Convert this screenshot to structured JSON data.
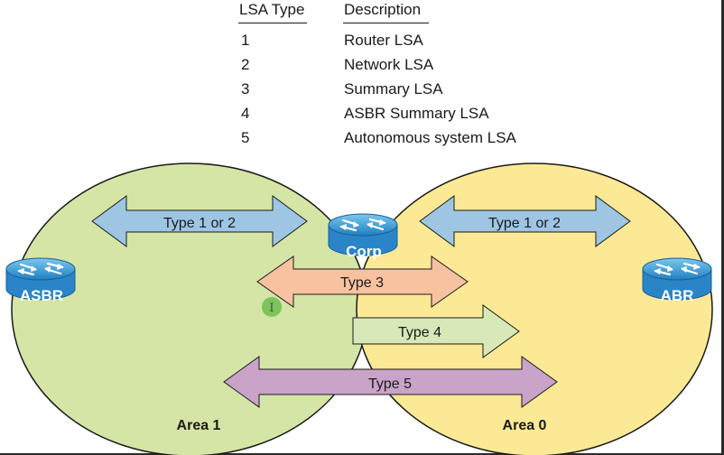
{
  "table": {
    "headers": {
      "type": "LSA Type",
      "description": "Description"
    },
    "rows": [
      {
        "type": "1",
        "description": "Router LSA"
      },
      {
        "type": "2",
        "description": "Network LSA"
      },
      {
        "type": "3",
        "description": "Summary LSA"
      },
      {
        "type": "4",
        "description": "ASBR Summary LSA"
      },
      {
        "type": "5",
        "description": "Autonomous system LSA"
      }
    ]
  },
  "areas": {
    "left": {
      "label": "Area 1",
      "color": "#d4e5a6"
    },
    "right": {
      "label": "Area 0",
      "color": "#fbe995"
    }
  },
  "routers": {
    "asbr": "ASBR",
    "corp": "Corp",
    "abr": "ABR",
    "color": "#3d9fd8"
  },
  "arrows": {
    "left_type12": {
      "label": "Type 1 or 2",
      "color": "#9ec6e3"
    },
    "right_type12": {
      "label": "Type 1 or 2",
      "color": "#9ec6e3"
    },
    "type3": {
      "label": "Type 3",
      "color": "#f8c2a0"
    },
    "type4": {
      "label": "Type 4",
      "color": "#d7e9b8"
    },
    "type5": {
      "label": "Type 5",
      "color": "#c9a3c8"
    }
  },
  "cursor": {
    "glyph": "I",
    "color": "#6bbf4e"
  }
}
